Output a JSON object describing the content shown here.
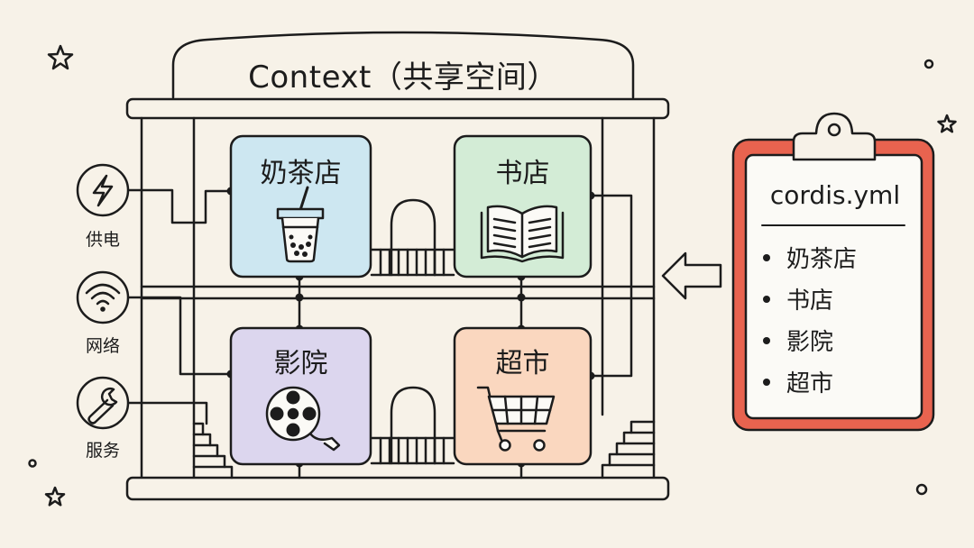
{
  "title": "Context（共享空间）",
  "rooms": [
    {
      "name": "奶茶店",
      "icon": "bubble-tea-icon",
      "color": "#cde7f1"
    },
    {
      "name": "书店",
      "icon": "open-book-icon",
      "color": "#d3ecd6"
    },
    {
      "name": "影院",
      "icon": "film-reel-icon",
      "color": "#dcd6ee"
    },
    {
      "name": "超市",
      "icon": "shopping-cart-icon",
      "color": "#fad7bf"
    }
  ],
  "services": [
    {
      "label": "供电",
      "icon": "lightning-icon"
    },
    {
      "label": "网络",
      "icon": "wifi-icon"
    },
    {
      "label": "服务",
      "icon": "wrench-icon"
    }
  ],
  "config": {
    "file_name": "cordis.yml",
    "items": [
      "奶茶店",
      "书店",
      "影院",
      "超市"
    ],
    "border_color": "#e8634f"
  }
}
